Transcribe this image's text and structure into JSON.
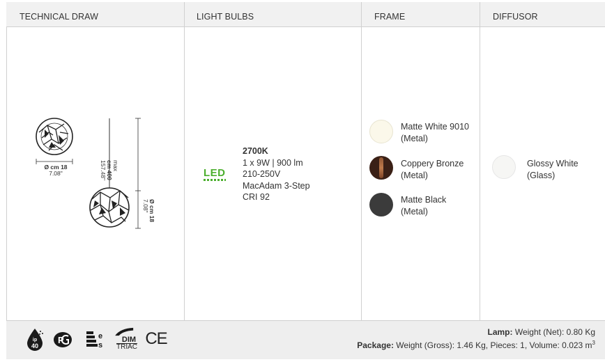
{
  "headers": {
    "technical": "TECHNICAL DRAW",
    "bulbs": "LIGHT BULBS",
    "frame": "FRAME",
    "diffusor": "DIFFUSOR"
  },
  "drawing": {
    "top_diameter": "Ø cm 18",
    "top_diameter_in": "7.08\"",
    "max": "max",
    "height_cm": "cm 400",
    "height_in": "157.48\"",
    "side_diameter": "Ø cm 18",
    "side_diameter_in": "7.08\""
  },
  "bulb": {
    "badge": "LED",
    "temperature": "2700K",
    "power": "1 x 9W | 900 lm",
    "voltage": "210-250V",
    "macadam": "MacAdam 3-Step",
    "cri": "CRI 92"
  },
  "frame": {
    "finishes": [
      {
        "name": "Matte White 9010",
        "material": "(Metal)",
        "color": "#fbf8ea"
      },
      {
        "name": "Coppery Bronze",
        "material": "(Metal)",
        "color": "#3a2016"
      },
      {
        "name": "Matte Black",
        "material": "(Metal)",
        "color": "#3b3b3b"
      }
    ]
  },
  "diffusor": {
    "finishes": [
      {
        "name": "Glossy White",
        "material": "(Glass)",
        "color": "#f6f6f4"
      }
    ]
  },
  "certs": {
    "ip_top": "ip",
    "ip_num": "40",
    "dim": "DIM",
    "triac": "TRIAC",
    "ce": "CE"
  },
  "package": {
    "lamp_label": "Lamp:",
    "lamp_text": "Weight (Net): 0.80 Kg",
    "package_label": "Package:",
    "package_text": "Weight (Gross): 1.46 Kg, Pieces: 1, Volume: 0.023 m",
    "package_unit_sup": "3"
  }
}
